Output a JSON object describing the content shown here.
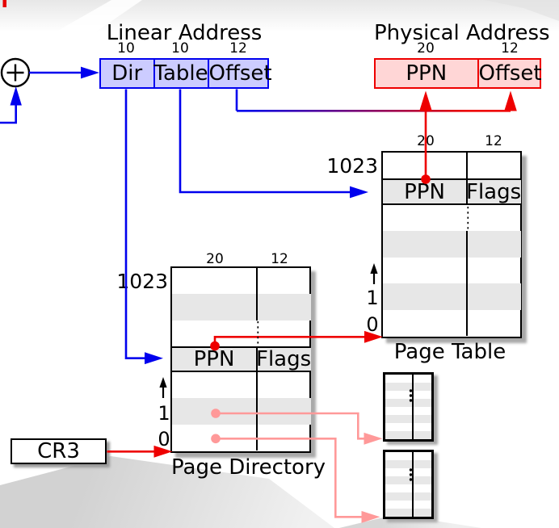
{
  "figure": {
    "plus_symbol": "+",
    "linear_address": {
      "title": "Linear Address",
      "bit_widths": [
        "10",
        "10",
        "12"
      ],
      "fields": [
        "Dir",
        "Table",
        "Offset"
      ]
    },
    "physical_address": {
      "title": "Physical Address",
      "bit_widths": [
        "20",
        "12"
      ],
      "fields": [
        "PPN",
        "Offset"
      ]
    },
    "page_table": {
      "caption": "Page Table",
      "column_bits": [
        "20",
        "12"
      ],
      "top_index": "1023",
      "entry_fields": [
        "PPN",
        "Flags"
      ],
      "index_labels": [
        "1",
        "0"
      ]
    },
    "page_directory": {
      "caption": "Page Directory",
      "column_bits": [
        "20",
        "12"
      ],
      "top_index": "1023",
      "entry_fields": [
        "PPN",
        "Flags"
      ],
      "index_labels": [
        "1",
        "0"
      ]
    },
    "cr3": {
      "label": "CR3"
    },
    "colors": {
      "blue_line": "#0000ee",
      "blue_fill": "#ccccff",
      "red_line": "#ee0000",
      "red_fill": "#ffd6d6",
      "pink_line": "#ff9999",
      "stripe_gray": "#e7e7e7",
      "shadow_gray": "#a9a9a9"
    }
  }
}
